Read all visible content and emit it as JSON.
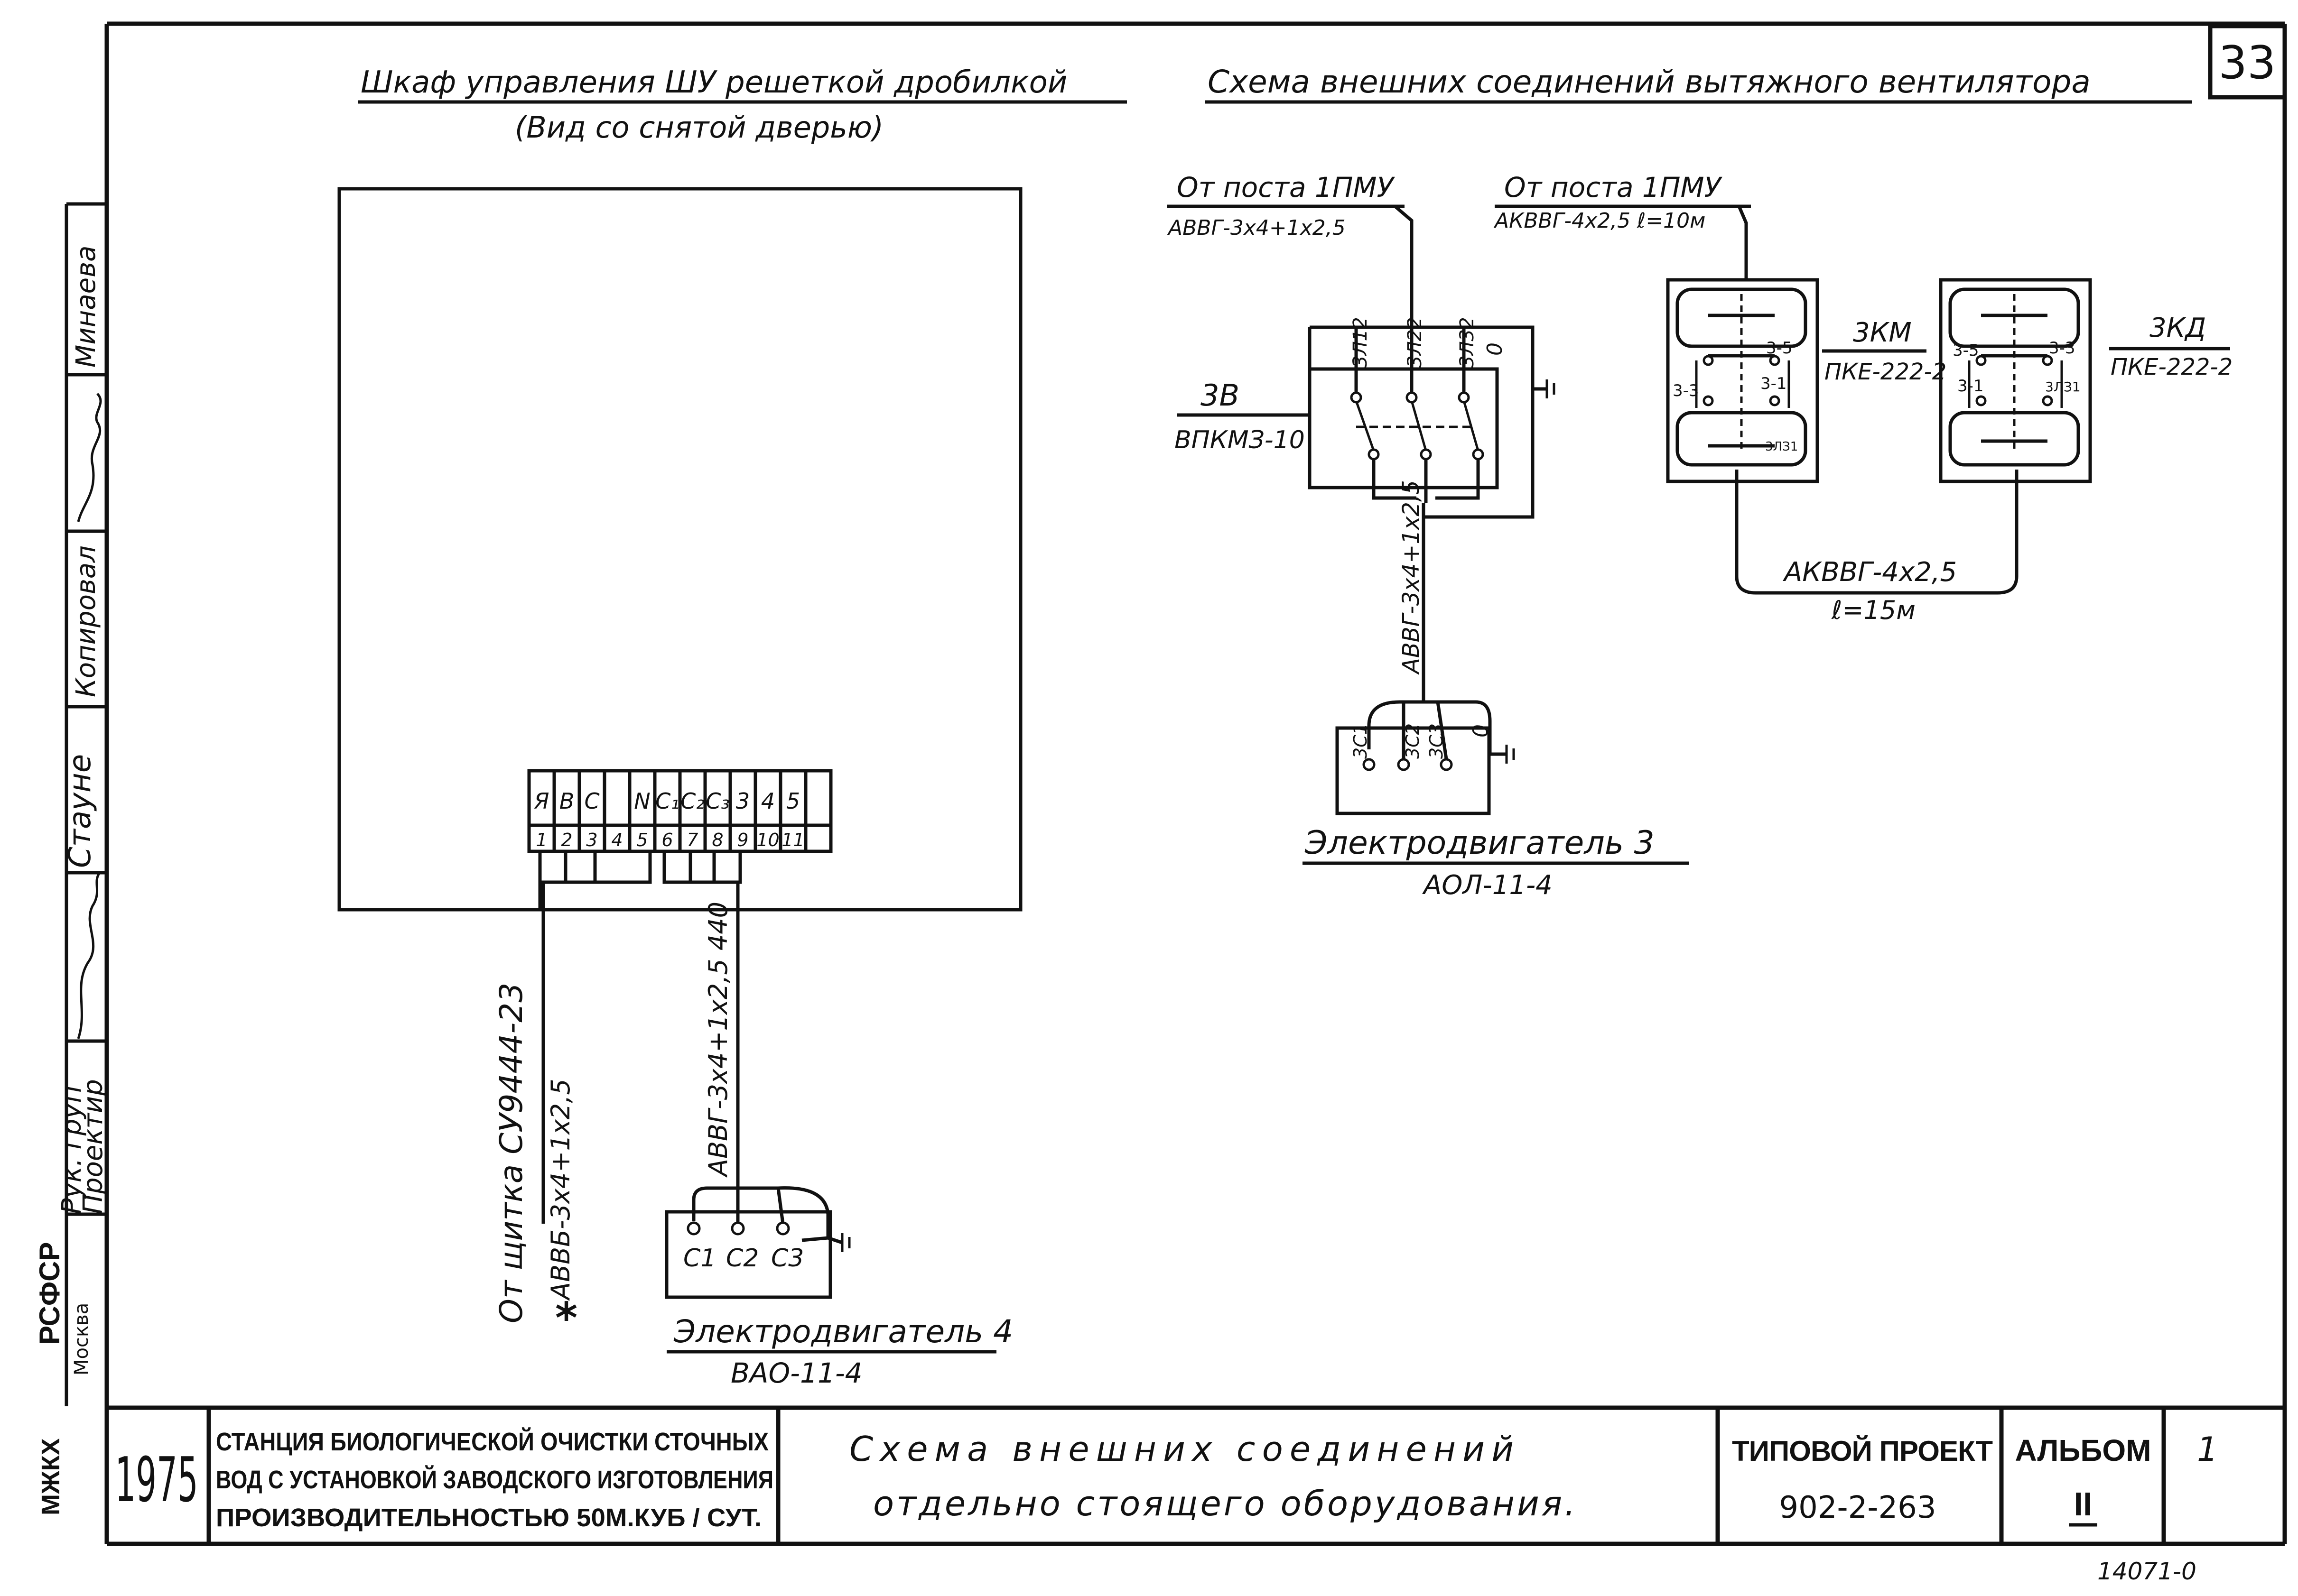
{
  "page_number": "33",
  "left_section": {
    "title": "Шкаф   управления ШУ решеткой дробилкой",
    "subtitle": "(Вид со снятой  дверью)",
    "terminal_top": [
      "Я",
      "В",
      "С",
      "",
      "N",
      "С₁",
      "С₂",
      "С₃",
      "3",
      "4",
      "5",
      ""
    ],
    "terminal_bottom": [
      "1",
      "2",
      "3",
      "4",
      "5",
      "6",
      "7",
      "8",
      "9",
      "10",
      "11",
      ""
    ],
    "cable_left_label": "От  щитка СУ9444-23",
    "cable_left_spec": "АВВБ-3х4+1х2,5",
    "cable_left_mark": "*",
    "cable_right_label": "АВВГ-3х4+1х2,5 440",
    "motor_terminals": [
      "С1",
      "С2",
      "С3"
    ],
    "motor_title": "Электродвигатель 4",
    "motor_model": "ВАО-11-4"
  },
  "right_section": {
    "title": "Схема внешних  соединений вытяжного вентилятора",
    "from_post1": "От поста 1ПМУ",
    "from_post1_cable": "АВВГ-3х4+1х2,5",
    "from_post2": "От  поста 1ПМУ",
    "from_post2_cable": "АКВВГ-4х2,5 ℓ=10м",
    "switch_label": "3В",
    "switch_model": "ВПКМЗ-10",
    "switch_terminals": [
      "3Л12",
      "3Л22",
      "3Л32",
      "0"
    ],
    "vertical_cable": "АВВГ-3х4+1х2,5",
    "motor_terminals": [
      "3С1",
      "3С2",
      "3С3",
      "0"
    ],
    "motor_title": "Электродвигатель 3",
    "motor_model": "АОЛ-11-4",
    "km_label": "3КМ",
    "km_model": "ПКЕ-222-2",
    "kd_label": "3КД",
    "kd_model": "ПКЕ-222-2",
    "km_terminals": [
      "3-5",
      "3-3",
      "3-1",
      "3ЛЗ1"
    ],
    "kd_terminals": [
      "3-5",
      "3-3",
      "3-1",
      "3ЛЗ1"
    ],
    "link_cable": "АКВВГ-4х2,5",
    "link_length": "ℓ=15м"
  },
  "side_stamp": {
    "roles": [
      "Рук. груп",
      "Проектир",
      "Стауне",
      "Копировал",
      "Минаева"
    ],
    "org": "РСФСР",
    "city": "Москва",
    "ministry": "МЖКХ"
  },
  "title_block": {
    "year": "1975",
    "project_desc": "СТАНЦИЯ БИОЛОГИЧЕСКОЙ ОЧИСТКИ СТОЧНЫХ ВОД С УСТАНОВКОЙ  ЗАВОДСКОГО ИЗГОТОВЛЕНИЯ ПРОИЗВОДИТЕЛЬНОСТЬЮ  50м.куб / сут.",
    "project_desc_lines": [
      "СТАНЦИЯ БИОЛОГИЧЕСКОЙ ОЧИСТКИ СТОЧНЫХ",
      "ВОД С УСТАНОВКОЙ   ЗАВОДСКОГО ИЗГОТОВЛЕНИЯ",
      "ПРОИЗВОДИТЕЛЬНОСТЬЮ  50М.КУБ / СУТ."
    ],
    "sheet_title_lines": [
      "Схема   внешних   соединений",
      "отдельно  стоящего  оборудования."
    ],
    "typical_project": "ТИПОВОЙ  ПРОЕКТ",
    "project_no": "902-2-263",
    "album_label": "АЛЬБОМ",
    "album_no": "II",
    "sheet_no": "1",
    "inventory_no": "14071-0"
  }
}
